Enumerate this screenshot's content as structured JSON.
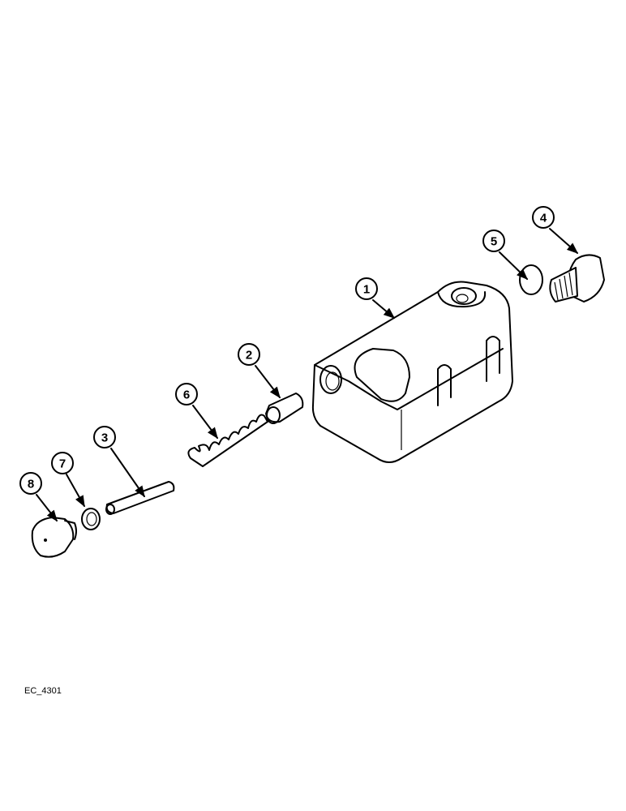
{
  "drawing_code": "EC_4301",
  "callouts": [
    {
      "number": "1",
      "part": "valve-body"
    },
    {
      "number": "2",
      "part": "valve-spool"
    },
    {
      "number": "3",
      "part": "pin"
    },
    {
      "number": "4",
      "part": "plug-large"
    },
    {
      "number": "5",
      "part": "o-ring"
    },
    {
      "number": "6",
      "part": "spring"
    },
    {
      "number": "7",
      "part": "washer"
    },
    {
      "number": "8",
      "part": "plug-small"
    }
  ]
}
